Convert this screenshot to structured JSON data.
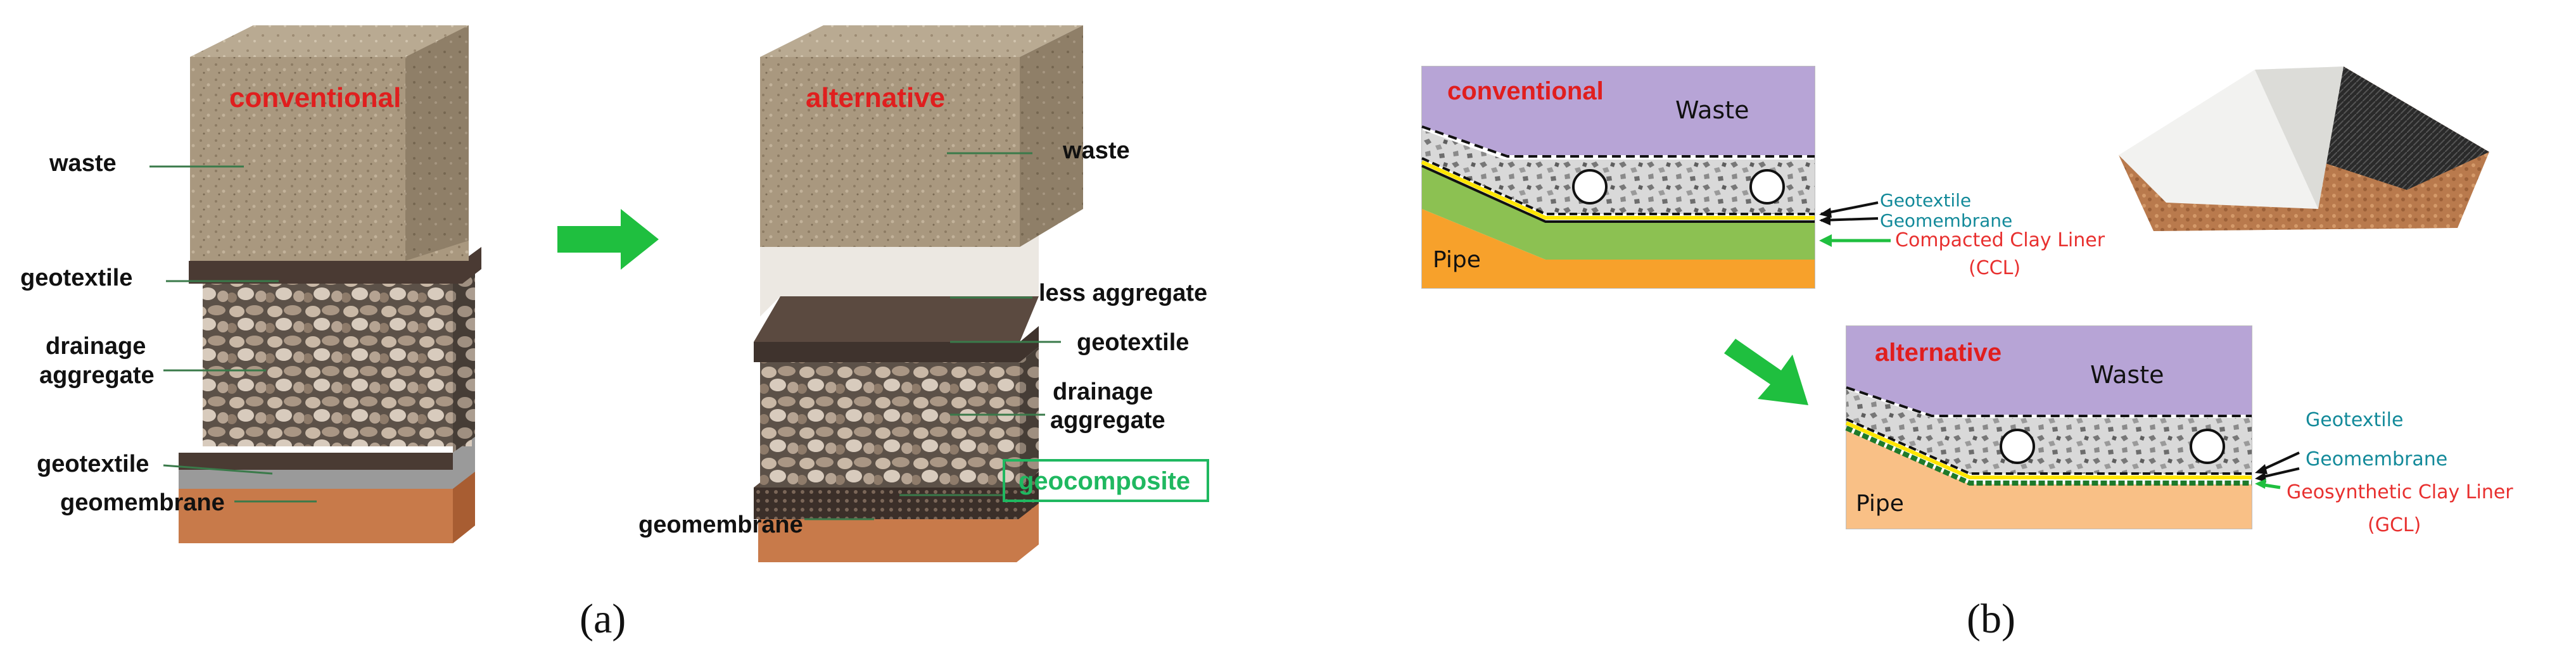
{
  "panel_a": {
    "conventional": {
      "title": "conventional",
      "labels": {
        "waste": "waste",
        "geotextile_top": "geotextile",
        "drainage_line1": "drainage",
        "drainage_line2": "aggregate",
        "geotextile_bottom": "geotextile",
        "geomembrane": "geomembrane"
      }
    },
    "alternative": {
      "title": "alternative",
      "labels": {
        "waste": "waste",
        "less_aggregate": "less aggregate",
        "geotextile": "geotextile",
        "drainage_line1": "drainage",
        "drainage_line2": "aggregate",
        "geocomposite": "geocomposite",
        "geomembrane": "geomembrane"
      }
    },
    "caption": "(a)"
  },
  "panel_b": {
    "conventional": {
      "title": "conventional",
      "waste": "Waste",
      "pipe": "Pipe",
      "geotextile": "Geotextile",
      "geomembrane": "Geomembrane",
      "liner_line1": "Compacted Clay Liner",
      "liner_line2": "(CCL)"
    },
    "alternative": {
      "title": "alternative",
      "waste": "Waste",
      "pipe": "Pipe",
      "geotextile": "Geotextile",
      "geomembrane": "Geomembrane",
      "liner_line1": "Geosynthetic Clay Liner",
      "liner_line2": "(GCL)"
    },
    "caption": "(b)"
  },
  "colors": {
    "title_red": "#e01e1e",
    "arrow_green": "#1fbf3f",
    "geocomposite_box": "#1fb860",
    "waste_purple": "#b7a4d6",
    "gravel_grey": "#d4d4d4",
    "liner_green": "#8cc152",
    "soil_orange": "#f7a12b",
    "soil_light_orange": "#f9c086",
    "geosynthetic_yellow": "#ffe600",
    "teal_text": "#138a9a",
    "red_text": "#e8302f"
  }
}
